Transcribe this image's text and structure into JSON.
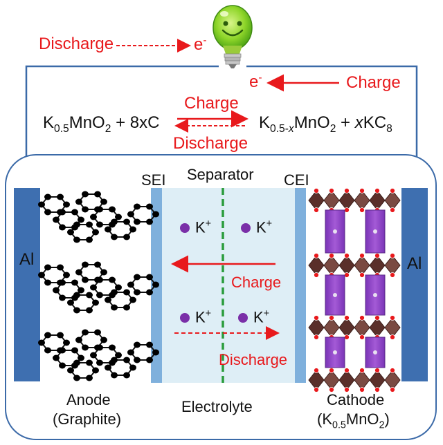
{
  "top": {
    "discharge_label": "Discharge",
    "electron_label": "e",
    "electron_sup": "-",
    "charge_label": "Charge"
  },
  "equation": {
    "left": {
      "k": "K",
      "k_sub": "0.5",
      "mno": "MnO",
      "o_sub": "2",
      "rest": " + 8xC"
    },
    "right": {
      "k": "K",
      "k_sub": "0.5-",
      "x1": "x",
      "mno": "MnO",
      "o_sub": "2",
      "plus": " + ",
      "x2": "x",
      "kc": "KC",
      "c_sub": "8"
    },
    "charge_label": "Charge",
    "discharge_label": "Discharge"
  },
  "cell": {
    "al_left": "Al",
    "al_right": "Al",
    "sei": "SEI",
    "separator": "Separator",
    "cei": "CEI",
    "ion_symbol": "K",
    "ion_charge": "+",
    "charge_label": "Charge",
    "discharge_label": "Discharge"
  },
  "labels": {
    "anode_1": "Anode",
    "anode_2": "(Graphite)",
    "electrolyte": "Electrolyte",
    "cathode_1": "Cathode",
    "cathode_k": "(K",
    "cathode_k_sub": "0.5",
    "cathode_mno": "MnO",
    "cathode_o_sub": "2",
    "cathode_close": ")"
  },
  "colors": {
    "red": "#e8191c",
    "wire": "#3b6aa8",
    "al_plate": "#3e6fb0",
    "electrolyte": "#deeef6",
    "sei_bar": "#7fb0dc",
    "separator": "#2a9c3c",
    "k_ion": "#7a2fa8",
    "octahedron": "#6b3b34",
    "prism": "#8c44c4"
  }
}
